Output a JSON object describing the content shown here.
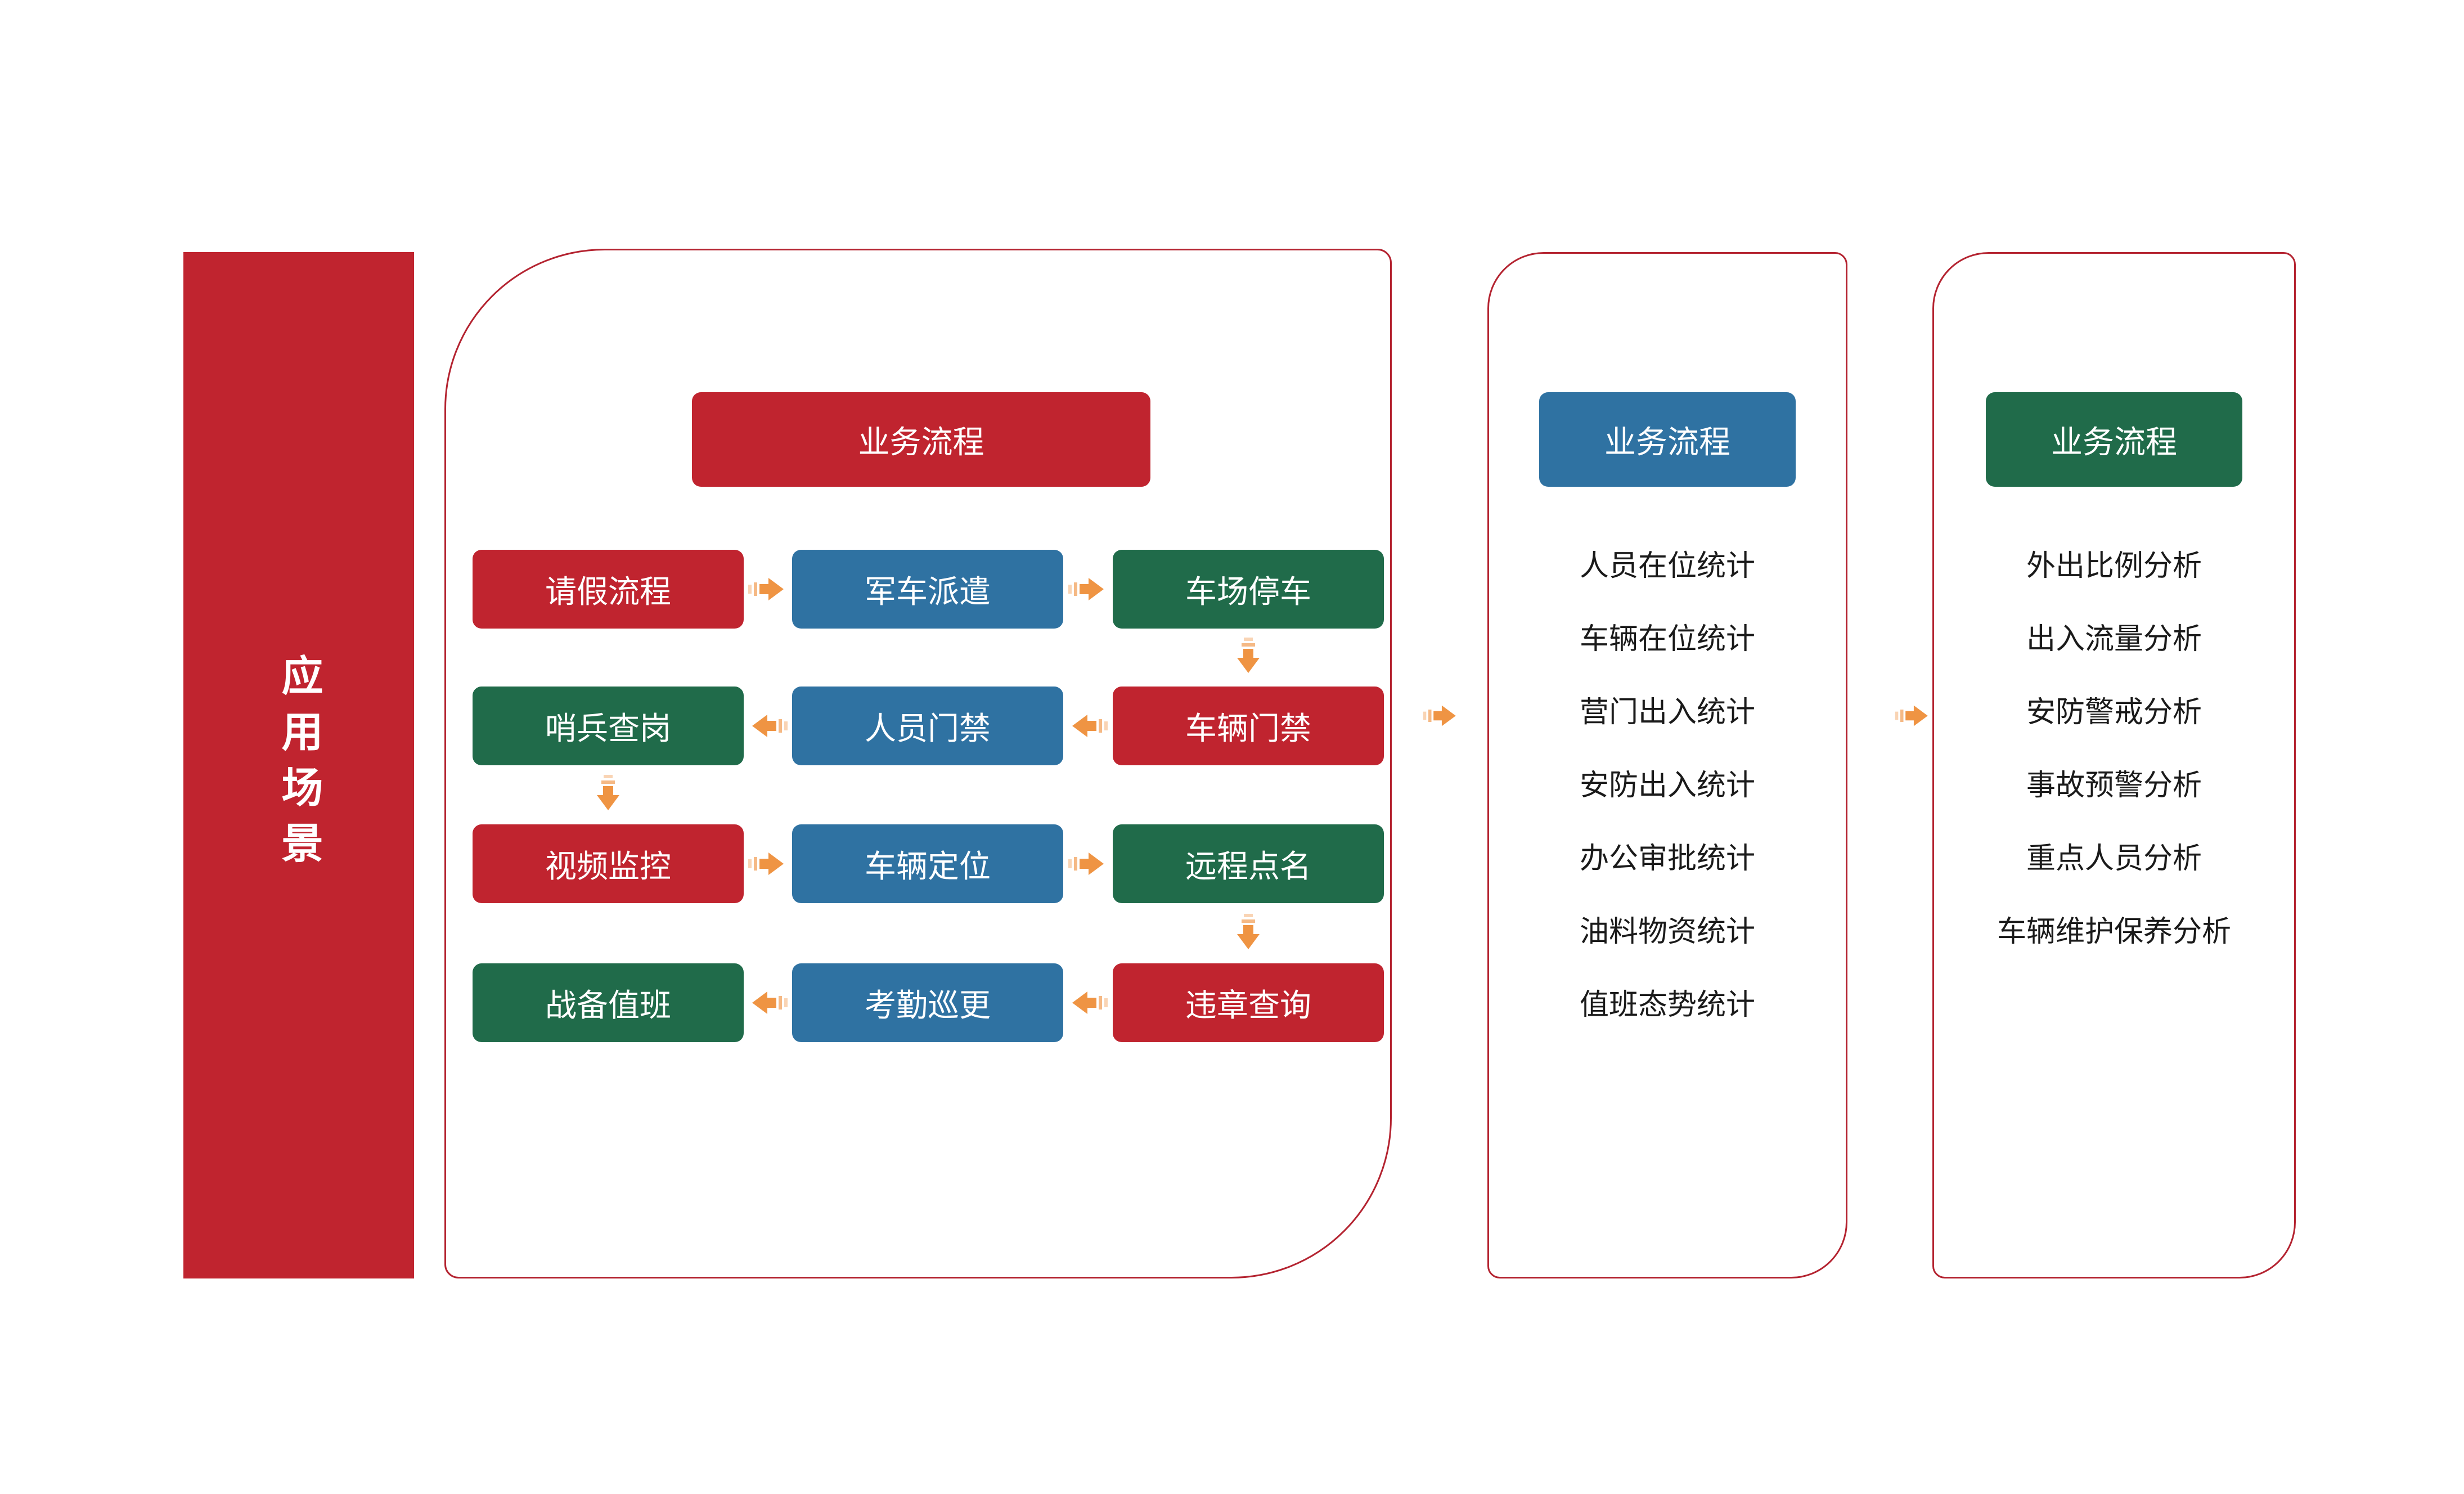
{
  "colors": {
    "red": "#C0242F",
    "blue": "#2F72A2",
    "green": "#206B4A",
    "orange_arrow": "#EF9443",
    "panel_border": "#B42330",
    "text_light": "#FFFFFF",
    "text_dark": "#1A1A1A"
  },
  "sidebar": {
    "title": "应用场景"
  },
  "flow_panel": {
    "header": "业务流程",
    "rows": [
      {
        "direction": "right",
        "boxes": [
          {
            "label": "请假流程",
            "color": "red"
          },
          {
            "label": "军车派遣",
            "color": "blue"
          },
          {
            "label": "车场停车",
            "color": "green"
          }
        ]
      },
      {
        "direction": "left",
        "boxes": [
          {
            "label": "哨兵查岗",
            "color": "green"
          },
          {
            "label": "人员门禁",
            "color": "blue"
          },
          {
            "label": "车辆门禁",
            "color": "red"
          }
        ]
      },
      {
        "direction": "right",
        "boxes": [
          {
            "label": "视频监控",
            "color": "red"
          },
          {
            "label": "车辆定位",
            "color": "blue"
          },
          {
            "label": "远程点名",
            "color": "green"
          }
        ]
      },
      {
        "direction": "left",
        "boxes": [
          {
            "label": "战备值班",
            "color": "green"
          },
          {
            "label": "考勤巡更",
            "color": "blue"
          },
          {
            "label": "违章查询",
            "color": "red"
          }
        ]
      }
    ]
  },
  "stats_panel": {
    "header": "业务流程",
    "items": [
      "人员在位统计",
      "车辆在位统计",
      "营门出入统计",
      "安防出入统计",
      "办公审批统计",
      "油料物资统计",
      "值班态势统计"
    ]
  },
  "analysis_panel": {
    "header": "业务流程",
    "items": [
      "外出比例分析",
      "出入流量分析",
      "安防警戒分析",
      "事故预警分析",
      "重点人员分析",
      "车辆维护保养分析"
    ]
  }
}
